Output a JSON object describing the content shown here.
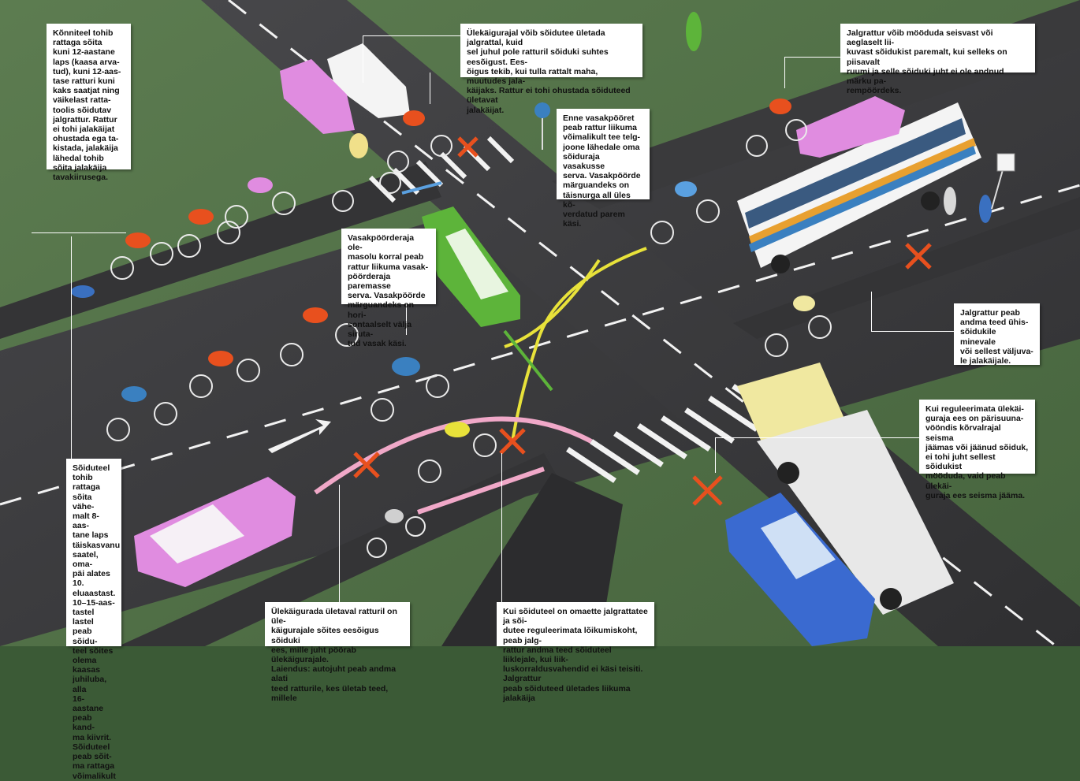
{
  "colors": {
    "grass": "#4f6e45",
    "road": "#3a3a3c",
    "marking": "#f2f2f2",
    "yellow_arrow": "#e8e23a",
    "green_arrow": "#5db43a",
    "pink_arrow": "#f0a8c8",
    "red_cross": "#e8501e",
    "blue_arrow": "#5aa0e0"
  },
  "notes": {
    "sidewalk": "Kõnniteel tohib\nrattaga sõita\nkuni 12-aastane\nlaps (kaasa arva-\ntud), kuni 12-aas-\ntase ratturi kuni\nkaks saatjat ning\nväikelast ratta-\ntoolis sõidutav\njalgrattur. Rattur\nei tohi jalakäijat\nohustada ega ta-\nkistada,  jalakäija\nlähedal tohib\nsõita jalakäija\ntavakiirusega.",
    "crossing": "Ülekäigurajal võib sõidutee ületada jalgrattal, kuid\nsel juhul pole ratturil sõiduki suhtes eesõigust. Ees-\nõigus tekib, kui tulla rattalt maha, muutudes jala-\nkäijaks. Rattur ei tohi ohustada sõiduteed ületavat\njalakäijat.",
    "overtake": "Jalgrattur võib mööduda seisvast või aeglaselt lii-\nkuvast sõidukist paremalt, kui selleks on piisavalt\nruumi ja selle sõiduki juht ei ole andnud märku pa-\nrempöördeks.",
    "left_turn": "Enne vasakpööret\npeab rattur liikuma\nvõimalikult tee telg-\njoone lähedale oma\nsõiduraja vasakusse\nserva. Vasakpöörde\nmärguandeks on\ntäisnurga all üles kõ-\nverdatud parem käsi.",
    "left_lane": "Vasakpöördera­ja ole-\nmasolu korral peab\nrattur liikuma vasak-\npöörderaja paremasse\nserva. Vasakpöörde\nmärguandeks on hori-\nsontaalselt välja siruta-\ntud vasak käsi.",
    "bus_stop": "Jalgrattur peab\nandma teed ühis-\nsõidukile minevale\nvõi sellest väljuva-\nle jalakäijale.",
    "unregulated": "Kui reguleerimata ülekäi-\nguraja ees on pärisuuna-\nvööndis kõrvalrajal seisma\njäämas või jäänud sõiduk,\nei tohi juht sellest sõidukist\nmööduda, vaid peab ülekäi-\nguraja ees seisma jääma.",
    "roadway": "Sõiduteel\ntohib rattaga\nsõita vähe-\nmalt 8-aas-\ntane laps\ntäiskasvanu\nsaatel, oma-\npäi alates 10.\neluaastast.\n10–15-aas-\ntastel lastel\npeab sõidu-\nteel sõites\nolema kaasas\njuhiluba, alla\n16-aastane\npeab kand-\nma kiivrit.\nSõiduteel\npeab sõit-\nma rattaga\nvõimalikult",
    "crossing_lane": "Ülekäigurada ületaval ratturil on üle-\nkäigurajale sõites eesõigus sõiduki\nees, mille juht pöörab ülekäigurajale.\nLaiendus: autojuht peab andma alati\nteed ratturile, kes ületab teed, millele",
    "intersection": "Kui sõiduteel on omaette jalgrattatee ja sõi-\ndutee reguleerimata lõikumiskoht, peab jalg-\nrattur andma teed sõiduteel liiklejale, kui liik-\nluskorraldusvahendid ei käsi teisiti. Jalgrattur\npeab sõiduteed ületades liikuma jalakäija"
  }
}
